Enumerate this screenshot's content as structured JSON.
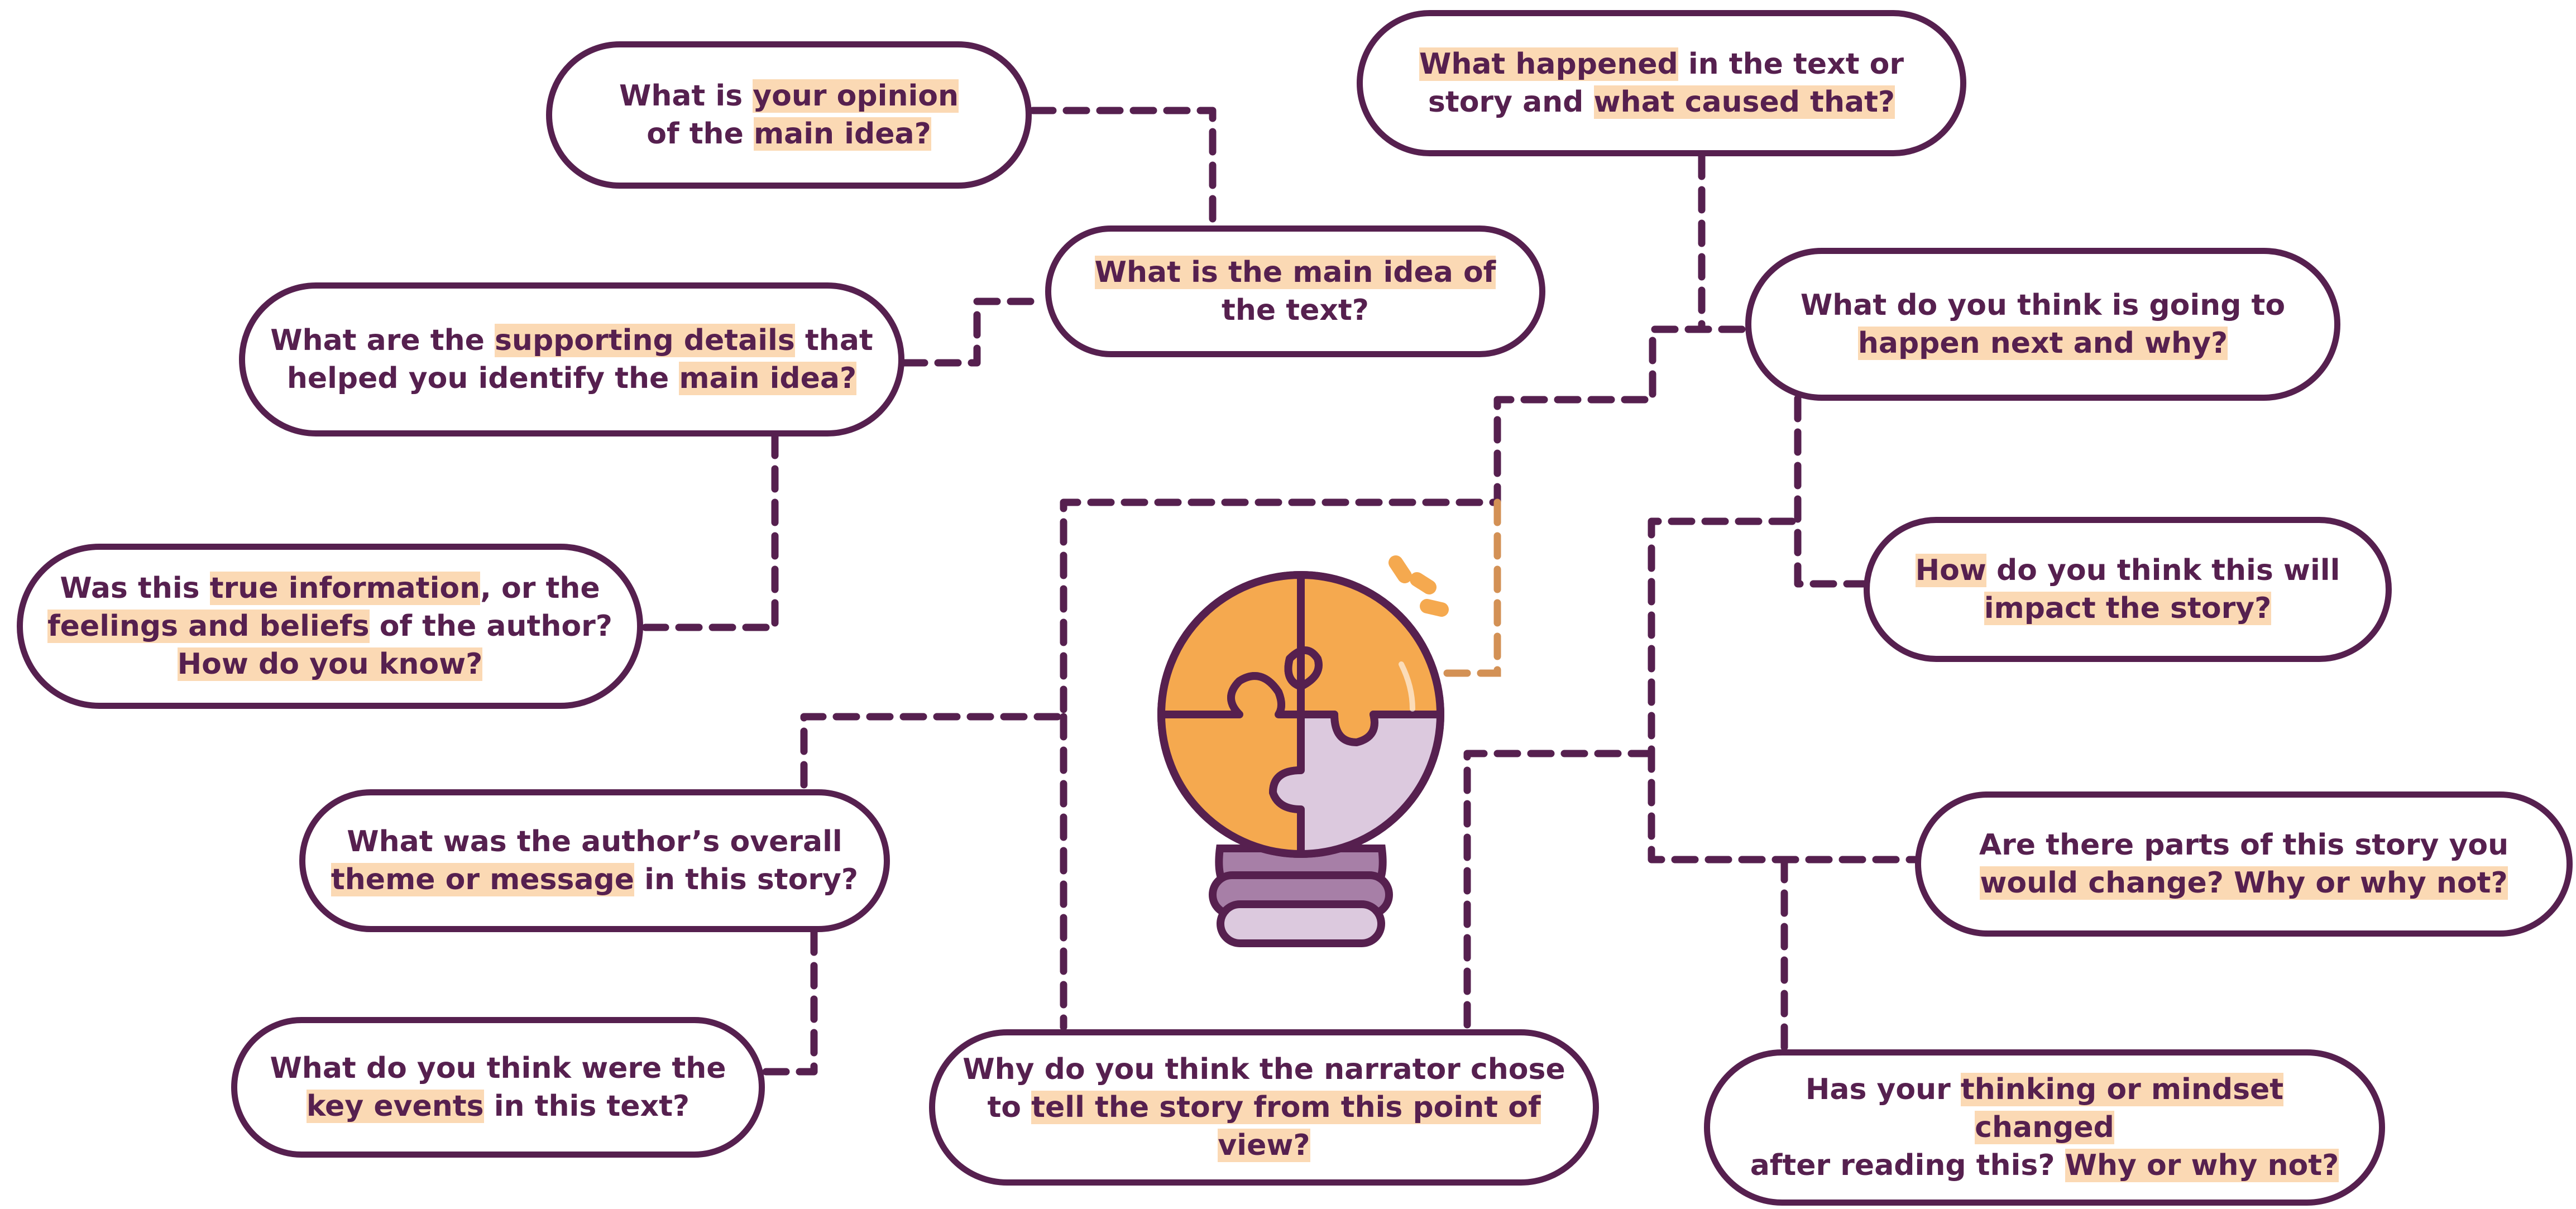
{
  "colors": {
    "outline": "#56204f",
    "highlight": "#fbd9b4",
    "puzzle_orange": "#f5a94f",
    "puzzle_lilac": "#dcc9de",
    "bulb_base": "#a77fa7",
    "spark": "#f5a94f"
  },
  "icon": "lightbulb-puzzle-icon",
  "questions": {
    "opinion": {
      "a": "What is ",
      "b": "your opinion",
      "c": "of the ",
      "d": "main idea?"
    },
    "happened": {
      "a": "What happened",
      "b": " in the text or",
      "c": "story and ",
      "d": "what caused that?"
    },
    "main_idea": {
      "a": "What is the main idea of",
      "b": "the text?"
    },
    "supporting": {
      "a": "What are the ",
      "b": "supporting details",
      "c": " that",
      "d": "helped you identify the ",
      "e": "main idea?"
    },
    "next": {
      "a": "What do you think is going to",
      "b": "happen next and why?"
    },
    "true_info": {
      "a": "Was this ",
      "b": "true information",
      "c": ", or the",
      "d": "feelings and beliefs",
      "e": " of the author?",
      "f": "How do you know?"
    },
    "impact": {
      "a": "How",
      "b": " do you think this will",
      "c": "impact the story?"
    },
    "theme": {
      "a": "What was the author’s overall",
      "b": "theme or message",
      "c": " in this story?"
    },
    "change": {
      "a": "Are there parts of this story you",
      "b": "would change? Why or why not?"
    },
    "key_events": {
      "a": "What do you think were the",
      "b": "key events",
      "c": " in this text?"
    },
    "narrator": {
      "a": "Why do you think the narrator chose",
      "b": "to ",
      "c": "tell the story from this point of view?"
    },
    "mindset": {
      "a": "Has your ",
      "b": "thinking or mindset changed",
      "c": "after reading this? ",
      "d": "Why or why not?"
    }
  }
}
